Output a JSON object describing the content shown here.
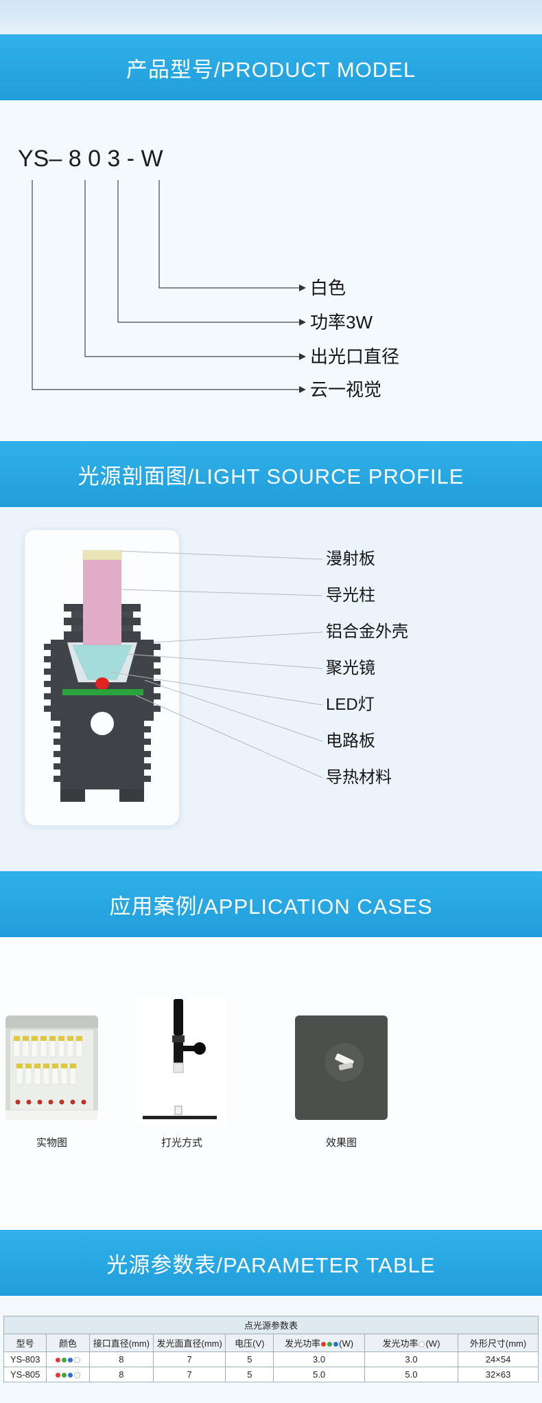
{
  "banners": {
    "product_model": "产品型号/PRODUCT MODEL",
    "profile": "光源剖面图/LIGHT SOURCE PROFILE",
    "cases": "应用案例/APPLICATION CASES",
    "parameters": "光源参数表/PARAMETER TABLE"
  },
  "model_breakdown": {
    "code": "YS– 8 0 3 - W",
    "callouts": [
      {
        "label": "白色"
      },
      {
        "label": "功率3W"
      },
      {
        "label": "出光口直径"
      },
      {
        "label": "云一视觉"
      }
    ]
  },
  "profile_diagram": {
    "labels": [
      "漫射板",
      "导光柱",
      "铝合金外壳",
      "聚光镜",
      "LED灯",
      "电路板",
      "导热材料"
    ]
  },
  "application_cases": {
    "captions": [
      "实物图",
      "打光方式",
      "效果图"
    ]
  },
  "parameter_table": {
    "title": "点光源参数表",
    "headers": [
      {
        "text": "型号"
      },
      {
        "text": "颜色"
      },
      {
        "text": "接口直径(mm)"
      },
      {
        "text": "发光面直径(mm)"
      },
      {
        "text": "电压(V)"
      },
      {
        "text": "发光功率",
        "dots": [
          "#e23c30",
          "#3da83f",
          "#2d6fd6"
        ],
        "suffix": "(W)"
      },
      {
        "text": "发光功率",
        "dots": [
          "#ffffff"
        ],
        "suffix": "(W)"
      },
      {
        "text": "外形尺寸(mm)"
      }
    ],
    "rows": [
      {
        "model": "YS-803",
        "dots": [
          "#e23c30",
          "#3da83f",
          "#2d6fd6",
          "#ffffff"
        ],
        "values": [
          "8",
          "7",
          "5",
          "3.0",
          "3.0",
          "24×54"
        ]
      },
      {
        "model": "YS-805",
        "dots": [
          "#e23c30",
          "#3da83f",
          "#2d6fd6",
          "#ffffff"
        ],
        "values": [
          "8",
          "7",
          "5",
          "5.0",
          "5.0",
          "32×63"
        ]
      }
    ]
  },
  "colors": {
    "banner_blue": "#29a8e1",
    "light_guide_pink": "#e2adc8",
    "condenser_cyan": "#a3dcda",
    "board_green": "#2ca43e",
    "led_red": "#e02222"
  }
}
